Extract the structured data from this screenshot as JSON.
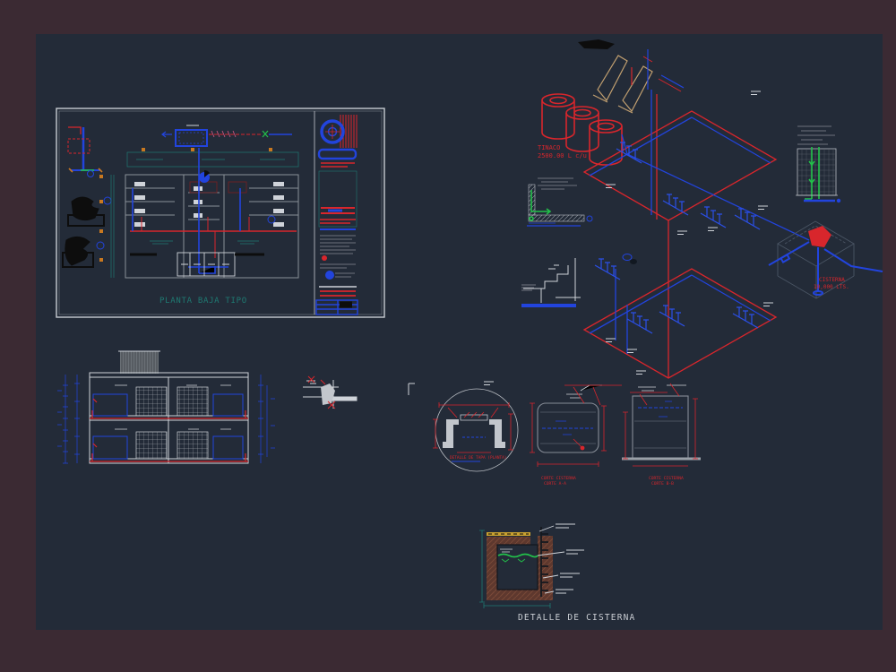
{
  "workspace": {
    "type": "cad-model-space",
    "border_color": "#3b2a33",
    "canvas_color": "#232b38"
  },
  "palette": {
    "red": "#d8262c",
    "dark_red": "#7a2020",
    "blue": "#2244dd",
    "bright_blue": "#2b50e8",
    "teal": "#1f7a72",
    "green": "#22c14a",
    "white": "#cfd3d9",
    "gray": "#8a9098",
    "tan": "#c2a070",
    "brown": "#5e382e",
    "yellow": "#c8a030",
    "orange": "#c87820",
    "black": "#0d0d0d"
  },
  "labels": {
    "plan_title": "PLANTA BAJA TIPO",
    "tinaco_name": "TINACO",
    "tinaco_capacity": "2500.00 L c/u",
    "cisterna_name": "CISTERNA",
    "cisterna_capacity": "10,000 LTS.",
    "tapa_detail": "DETALLE DE TAPA (PLANTA)",
    "corte_a_title": "CORTE CISTERNA",
    "corte_a_sub": "CORTE A-A",
    "corte_b_title": "CORTE CISTERNA",
    "corte_b_sub": "CORTE B-B",
    "cistern_detail_title": "DETALLE DE CISTERNA"
  }
}
